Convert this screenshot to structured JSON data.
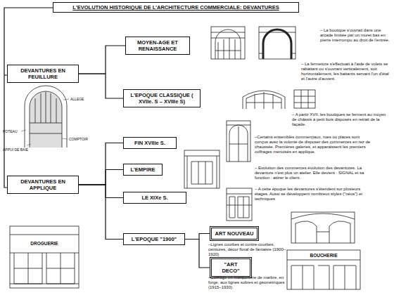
{
  "diagram": {
    "title": "L'EVOLUTION HISTORIQUE DE L'ARCHITECTURE COMMERCIALE: DEVANTURES",
    "nodes": [
      {
        "text": [
          "DEVANTURES EN FEUILLURE"
        ]
      },
      {
        "text": [
          "MOYEN-AGE ET RENAISSANCE"
        ]
      },
      {
        "text": [
          "L'EPOQUE CLASSIQUE ( XVIIe. S – XVIIIe S)"
        ]
      },
      {
        "text": [
          "DEVANTURES EN APPLIQUE"
        ]
      },
      {
        "text": [
          "FIN XVIIIe S."
        ]
      },
      {
        "text": [
          "L'EMPIRE"
        ]
      },
      {
        "text": [
          "LE XIXe S."
        ]
      },
      {
        "text": [
          "L'EPOQUE \"1900\""
        ]
      },
      {
        "text": [
          "ART NOUVEAU"
        ]
      },
      {
        "text": [
          "\"ART DECO\""
        ]
      }
    ],
    "edges": [
      {
        "from": 0,
        "to": 1,
        "arrow": "none"
      },
      {
        "from": 0,
        "to": 2,
        "arrow": "none"
      },
      {
        "from": 3,
        "to": 4,
        "arrow": "none"
      },
      {
        "from": 3,
        "to": 5,
        "arrow": "none"
      },
      {
        "from": 3,
        "to": 6,
        "arrow": "none"
      },
      {
        "from": 3,
        "to": 7,
        "arrow": "none"
      },
      {
        "from": 7,
        "to": 8,
        "arrow": "none"
      },
      {
        "from": 7,
        "to": 9,
        "arrow": "none"
      }
    ],
    "labels": [
      "– La boutique s'ouvrait dans une arcade limitée par un muret bas en pierre interrompu au droit de l'entrée.",
      "– La fermeture s'effectuait à l'aide de volets se rabattant ou s'ouvrant verticalement, soit horizontalement, les battants servant l'un d'étal et l'autre d'auvent.",
      "– A partir XVII. les boutiques se ferment au moyen de châssis à petit bois disposés en retrait de la façade.",
      "–Certains ensembles commerciaux, rues ou places sont conçus avec la volonté de disposer des commerces en rez de chaussée. Premières galeries, et apparaissent les premiers coffrages menuisés en applique.",
      "– Evolution des commerces évolution des devantures. La devanture n'est plus un atelier. Elle devient : SIGNAL et sa fonction : attirer le client.",
      "– A cette époque les devantures s'étendent sur plusieurs étages. Aussi se développent nombreux styles (\"néos\") et techniques",
      "–Lignes courbes et contre-courbes, ceintures, décor floral de fantaisie (1900–1920)",
      "–Coffrage en marqueterie de marbre, en forge, aux lignes sobres et géométriques (1915–1930).",
      "ALLEGE",
      "POTEAU",
      "COMPTOIR",
      "APPUI DE BAIE",
      "DROGUERIE",
      "BOUCHERIE"
    ]
  }
}
